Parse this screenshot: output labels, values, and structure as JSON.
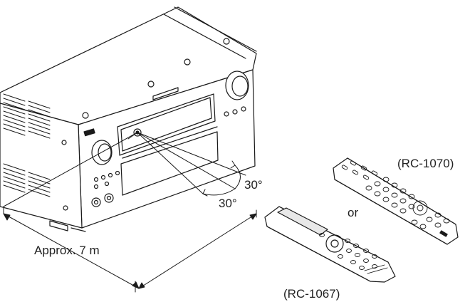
{
  "labels": {
    "model_a": "(RC-1070)",
    "model_b": "(RC-1067)",
    "or": "or",
    "distance": "Approx. 7 m",
    "angle_upper": "30°",
    "angle_lower": "30°"
  },
  "colors": {
    "line": "#1a1a1a",
    "fill": "#ffffff",
    "shade": "#e8e8e8"
  },
  "icons": {
    "receiver": "av-receiver-illustration",
    "remote_a": "remote-control-rc-1070",
    "remote_b": "remote-control-rc-1067"
  }
}
